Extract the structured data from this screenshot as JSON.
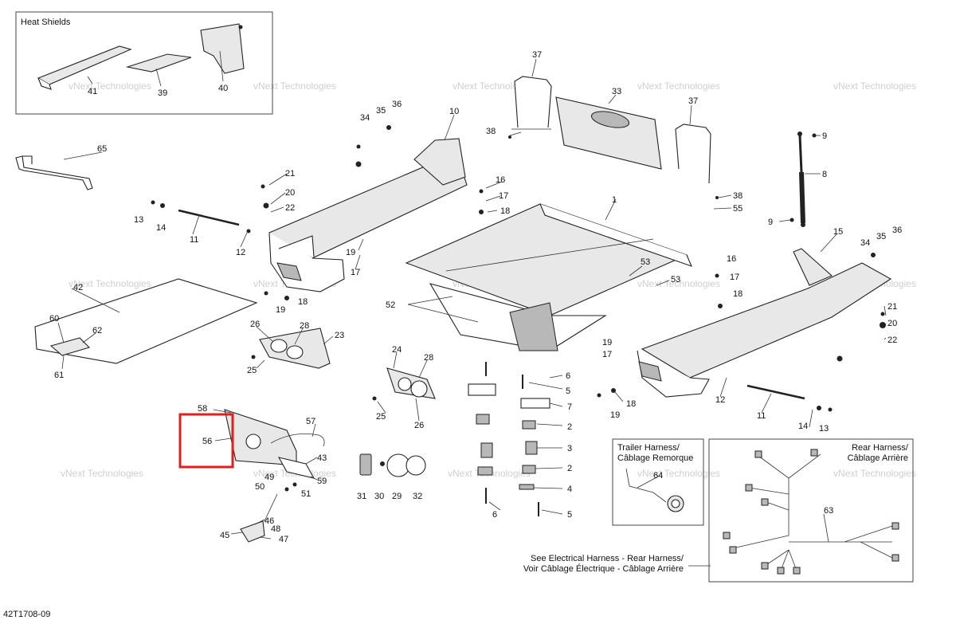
{
  "figure_code": "42T1708-09",
  "watermark": "vNext Technologies",
  "heat_shields_title": "Heat Shields",
  "trailer_harness_title_en": "Trailer Harness/",
  "trailer_harness_title_fr": "Câblage Remorque",
  "rear_harness_title_en": "Rear Harness/",
  "rear_harness_title_fr": "Câblage Arrière",
  "note_line1": "See Electrical Harness - Rear Harness/",
  "note_line2": "Voir Câblage Électrique - Câblage Arrière",
  "highlight_color": "#e02020",
  "callouts": [
    "1",
    "2",
    "3",
    "4",
    "5",
    "6",
    "7",
    "8",
    "9",
    "10",
    "11",
    "12",
    "13",
    "14",
    "15",
    "16",
    "17",
    "18",
    "19",
    "20",
    "21",
    "22",
    "23",
    "24",
    "25",
    "26",
    "28",
    "29",
    "30",
    "31",
    "32",
    "33",
    "34",
    "35",
    "36",
    "37",
    "38",
    "39",
    "40",
    "41",
    "42",
    "43",
    "45",
    "46",
    "47",
    "48",
    "49",
    "50",
    "51",
    "52",
    "53",
    "55",
    "56",
    "57",
    "58",
    "59",
    "60",
    "61",
    "62",
    "63",
    "64",
    "65"
  ]
}
